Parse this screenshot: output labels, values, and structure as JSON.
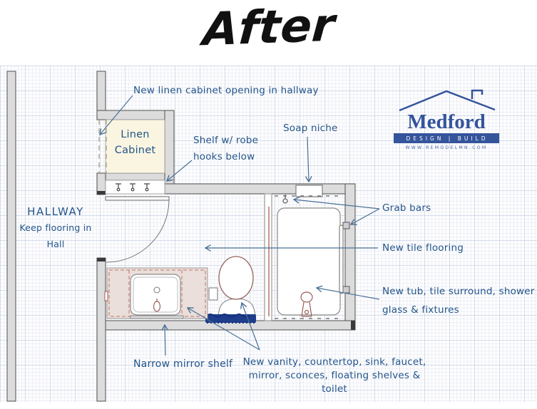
{
  "page": {
    "title": "After"
  },
  "logo": {
    "name": "Medford",
    "tagline": "DESIGN | BUILD",
    "url": "WWW.REMODELMN.COM",
    "brand_color": "#34549b",
    "house_icon": "house-roof-with-chimney"
  },
  "plan": {
    "rooms": {
      "hallway": {
        "name": "HALLWAY",
        "note_line1": "Keep flooring in",
        "note_line2": "Hall"
      },
      "linen_cabinet": {
        "line1": "Linen",
        "line2": "Cabinet"
      }
    },
    "annotations": {
      "linen_opening": "New linen cabinet opening in hallway",
      "shelf_line1": "Shelf w/ robe",
      "shelf_line2": "hooks below",
      "soap_niche": "Soap niche",
      "grab_bars": "Grab bars",
      "tile_flooring": "New tile flooring",
      "tub_line1": "New tub, tile surround, shower",
      "tub_line2": "glass & fixtures",
      "mirror_shelf": "Narrow mirror shelf",
      "vanity_line1": "New vanity, countertop, sink, faucet,",
      "vanity_line2": "mirror, sconces, floating shelves & toilet"
    },
    "fixtures": [
      "linen-cabinet",
      "robe-hooks",
      "door",
      "soap-niche",
      "tub",
      "tub-faucet",
      "grab-bar",
      "shower-glass",
      "toilet",
      "vanity-counter",
      "sink",
      "faucet",
      "mirror-shelf",
      "blue-scribble-shelves"
    ],
    "colors": {
      "annotation_text": "#24558a",
      "leader_line": "#4a7096",
      "wall_fill": "#dcdcdc",
      "wall_stroke": "#4f4f4f",
      "linen_cabinet_fill": "#faf5e1",
      "vanity_fill": "#eadfda",
      "vanity_dash": "#c4706a",
      "fixture_maroon": "#9b5f57",
      "scribble_blue": "#1e3e8c"
    }
  }
}
